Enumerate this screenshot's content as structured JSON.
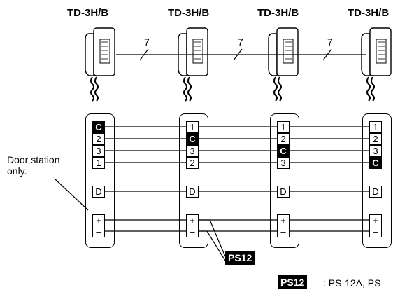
{
  "stations": [
    {
      "model": "TD-3H/B",
      "rows": [
        "C",
        "2",
        "3",
        "1"
      ],
      "common_index": 0
    },
    {
      "model": "TD-3H/B",
      "rows": [
        "1",
        "C",
        "3",
        "2"
      ],
      "common_index": 1
    },
    {
      "model": "TD-3H/B",
      "rows": [
        "1",
        "2",
        "C",
        "3"
      ],
      "common_index": 2
    },
    {
      "model": "TD-3H/B",
      "rows": [
        "1",
        "2",
        "3",
        "C"
      ],
      "common_index": 3
    }
  ],
  "door_row_label": "D",
  "plus_label": "+",
  "minus_label": "–",
  "conductor_counts": [
    "7",
    "7",
    "7"
  ],
  "door_note": "Door station\nonly.",
  "ps_label": "PS12",
  "ps_note": ": PS-12A, PS",
  "colors": {
    "line": "#000000",
    "background": "#ffffff",
    "inverted": "#000000"
  }
}
